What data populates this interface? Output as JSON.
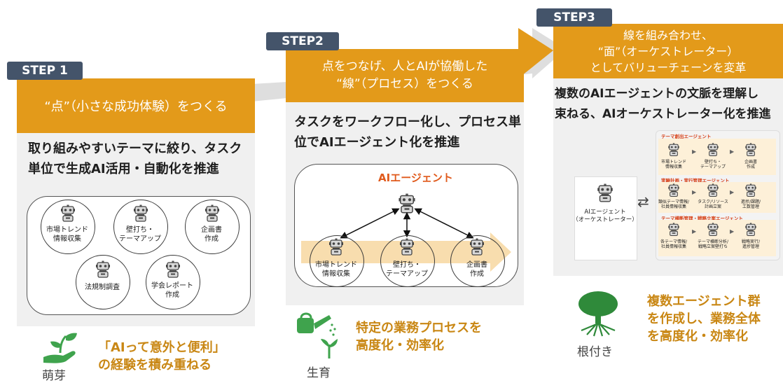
{
  "steps": [
    {
      "tag": "STEP 1",
      "header_line1": "“点”（小さな成功体験）をつくる",
      "desc_line1": "取り組みやすいテーマに絞り、タスク",
      "desc_line2": "単位で生成AI活用・自動化を推進",
      "agents": [
        {
          "line1": "市場トレンド",
          "line2": "情報収集"
        },
        {
          "line1": "壁打ち・",
          "line2": "テーマアップ"
        },
        {
          "line1": "企画書",
          "line2": "作成"
        },
        {
          "line1": "法規制調査",
          "line2": ""
        },
        {
          "line1": "学会レポート",
          "line2": "作成"
        }
      ],
      "icon": "sprout-hand-icon",
      "icon_caption": "萌芽",
      "outcome_line1": "「AIって意外と便利」",
      "outcome_line2": "の経験を積み重ねる"
    },
    {
      "tag": "STEP2",
      "header_line1": "点をつなげ、人とAIが協働した",
      "header_line2": "“線”（プロセス）をつくる",
      "desc_line1": "タスクをワークフロー化し、プロセス単",
      "desc_line2": "位でAIエージェント化を推進",
      "agent_title": "AIエージェント",
      "agents": [
        {
          "line1": "市場トレンド",
          "line2": "情報収集"
        },
        {
          "line1": "壁打ち・",
          "line2": "テーマアップ"
        },
        {
          "line1": "企画書",
          "line2": "作成"
        }
      ],
      "icon": "watering-can-icon",
      "icon_caption": "生育",
      "outcome_line1": "特定の業務プロセスを",
      "outcome_line2": "高度化・効率化"
    },
    {
      "tag": "STEP3",
      "header_line1": "線を組み合わせ、",
      "header_line2": "“面”（オーケストレーター）",
      "header_line3": "としてバリューチェーンを変革",
      "desc_line1": "複数のAIエージェントの文脈を理解し",
      "desc_line2": "束ねる、AIオーケストレーター化を推進",
      "orchestrator_line1": "AIエージェント",
      "orchestrator_line2": "（オーケストレーター）",
      "exchange_symbol": "⇄",
      "groups": [
        {
          "title": "テーマ創出エージェント",
          "agents": [
            {
              "l1": "市場トレンド",
              "l2": "情報収集"
            },
            {
              "l1": "壁打ち・",
              "l2": "テーマアップ"
            },
            {
              "l1": "企画書",
              "l2": "作成"
            }
          ]
        },
        {
          "title": "実験計画・実行管理エージェント",
          "agents": [
            {
              "l1": "類似テーマ情報/",
              "l2": "社員情報収集"
            },
            {
              "l1": "タスク/リソース",
              "l2": "計画立案"
            },
            {
              "l1": "進捗/課題/",
              "l2": "工数管理"
            }
          ]
        },
        {
          "title": "テーマ横断管理・戦略立案エージェント",
          "agents": [
            {
              "l1": "各テーマ情報/",
              "l2": "社員情報収集"
            },
            {
              "l1": "テーマ横断分析/",
              "l2": "戦略立案壁打ち"
            },
            {
              "l1": "戦略実行/",
              "l2": "進捗管理"
            }
          ]
        }
      ],
      "icon": "tree-roots-icon",
      "icon_caption": "根付き",
      "outcome_line1": "複数エージェント群",
      "outcome_line2": "を作成し、業務全体",
      "outcome_line3": "を高度化・効率化"
    }
  ],
  "colors": {
    "accent": "#e39a1a",
    "tag": "#44546a",
    "panel": "#f0f0f0",
    "outcome_text": "#c98714",
    "green_icon": "#2e8b3c",
    "red_label": "#d63b10"
  }
}
